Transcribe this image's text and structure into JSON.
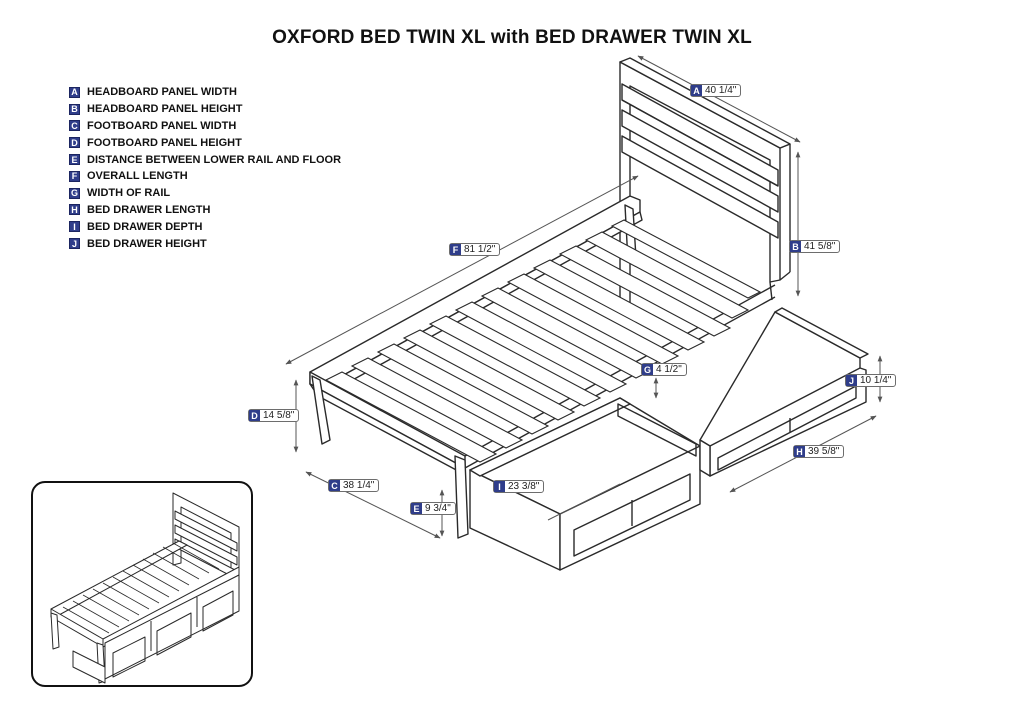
{
  "title": "OXFORD BED TWIN XL with BED DRAWER TWIN XL",
  "legend": [
    {
      "letter": "A",
      "label": "HEADBOARD PANEL WIDTH"
    },
    {
      "letter": "B",
      "label": "HEADBOARD PANEL HEIGHT"
    },
    {
      "letter": "C",
      "label": "FOOTBOARD PANEL WIDTH"
    },
    {
      "letter": "D",
      "label": "FOOTBOARD PANEL HEIGHT"
    },
    {
      "letter": "E",
      "label": "DISTANCE BETWEEN LOWER RAIL AND FLOOR"
    },
    {
      "letter": "F",
      "label": "OVERALL LENGTH"
    },
    {
      "letter": "G",
      "label": "WIDTH OF RAIL"
    },
    {
      "letter": "H",
      "label": "BED DRAWER LENGTH"
    },
    {
      "letter": "I",
      "label": "BED DRAWER DEPTH"
    },
    {
      "letter": "J",
      "label": "BED DRAWER HEIGHT"
    }
  ],
  "dimensions": {
    "A": {
      "letter": "A",
      "value": "40 1/4\""
    },
    "B": {
      "letter": "B",
      "value": "41 5/8\""
    },
    "C": {
      "letter": "C",
      "value": "38 1/4\""
    },
    "D": {
      "letter": "D",
      "value": "14 5/8\""
    },
    "E": {
      "letter": "E",
      "value": "9 3/4\""
    },
    "F": {
      "letter": "F",
      "value": "81 1/2\""
    },
    "G": {
      "letter": "G",
      "value": "4 1/2\""
    },
    "H": {
      "letter": "H",
      "value": "39 5/8\""
    },
    "I": {
      "letter": "I",
      "value": "23 3/8\""
    },
    "J": {
      "letter": "J",
      "value": "10 1/4\""
    }
  },
  "colors": {
    "badge": "#2f3d8a",
    "line": "#2a2a2a"
  }
}
